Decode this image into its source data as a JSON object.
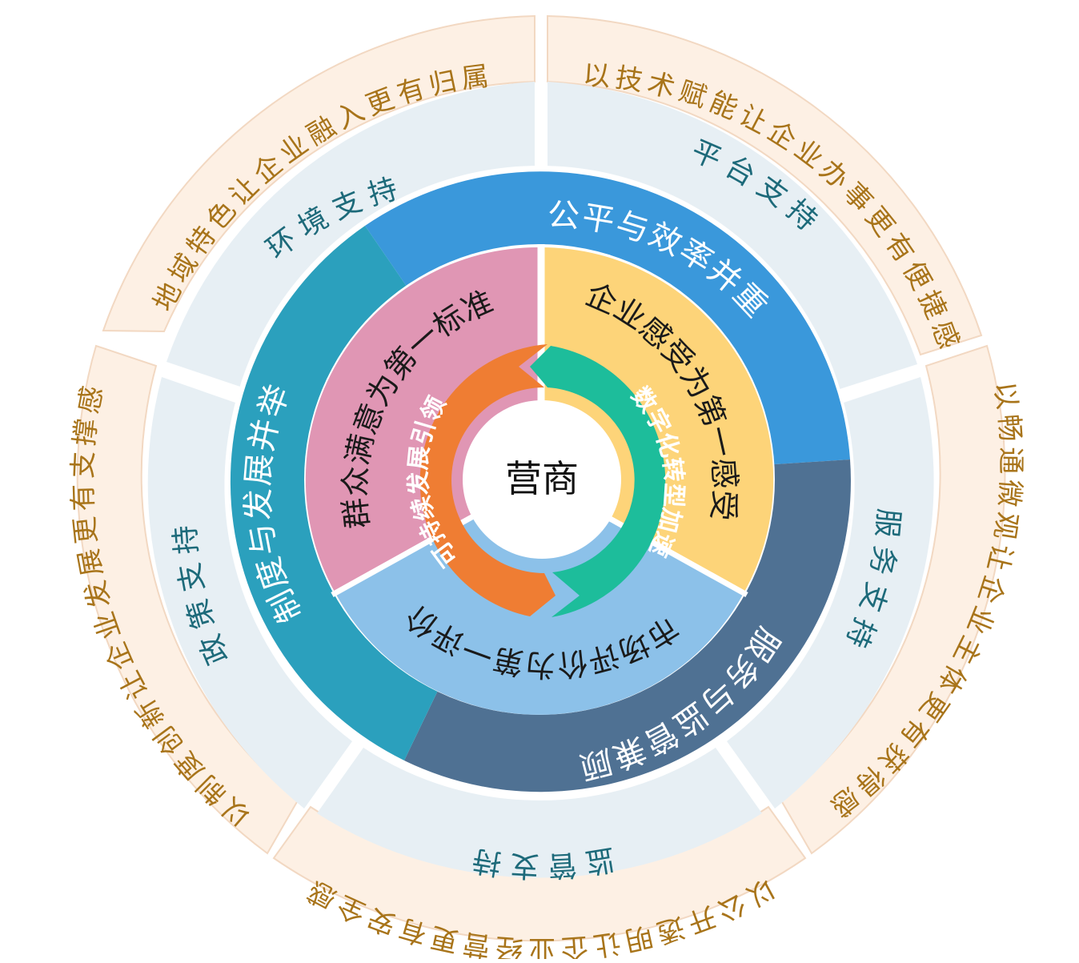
{
  "center": {
    "label": "营商"
  },
  "outer_ring": [
    {
      "id": "environment",
      "text": "以地域特色让企业融入更有归属感"
    },
    {
      "id": "platform",
      "text": "以技术赋能让企业办事更有便捷感"
    },
    {
      "id": "service",
      "text": "以畅通微观让企业主体更有获得感"
    },
    {
      "id": "supervision",
      "text": "以公开透明让企业经营更有安全感"
    },
    {
      "id": "policy",
      "text": "以制度创新让企业发展更有支撑感"
    }
  ],
  "support_ring": [
    {
      "id": "environment",
      "label": "环境支持"
    },
    {
      "id": "platform",
      "label": "平台支持"
    },
    {
      "id": "service",
      "label": "服务支持"
    },
    {
      "id": "supervision",
      "label": "监管支持"
    },
    {
      "id": "policy",
      "label": "政策支持"
    }
  ],
  "pair_ring": [
    {
      "id": "fairness",
      "label": "公平与效率并重"
    },
    {
      "id": "service-supervision",
      "label": "服务与监管兼顾"
    },
    {
      "id": "institution",
      "label": "制度与发展并举"
    }
  ],
  "inner_ring": [
    {
      "id": "enterprise",
      "label": "企业感受为第一感受"
    },
    {
      "id": "market",
      "label": "市场评价为第一评价"
    },
    {
      "id": "public",
      "label": "群众满意为第一标准"
    }
  ],
  "arrows": [
    {
      "id": "digital",
      "label": "数字化转型加速"
    },
    {
      "id": "sustainable",
      "label": "可持续发展引领"
    }
  ],
  "colors": {
    "outer": "#fdf0e4",
    "support": "#e7eff4",
    "pair_blue": "#3a98db",
    "pair_slate": "#4f7193",
    "pair_teal": "#2ba0bd",
    "inner_yellow": "#fdd479",
    "inner_lightblue": "#8cc1e9",
    "inner_pink": "#e096b4",
    "arrow_green": "#1dbd9b",
    "arrow_orange": "#ef7d33"
  }
}
